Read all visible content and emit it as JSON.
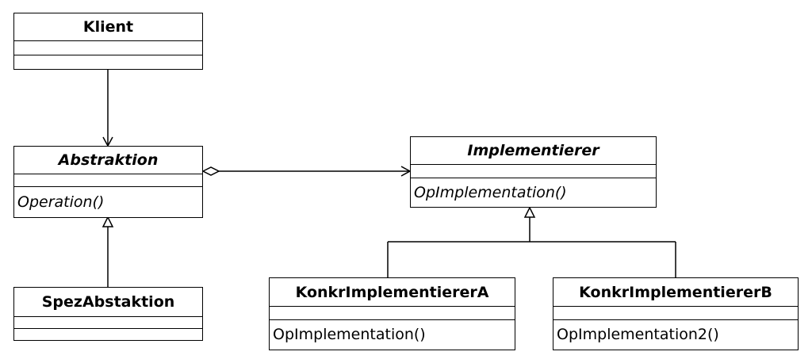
{
  "classes": {
    "klient": {
      "name": "Klient"
    },
    "abstraktion": {
      "name": "Abstraktion",
      "operation": "Operation()"
    },
    "spez": {
      "name": "SpezAbstaktion"
    },
    "implementierer": {
      "name": "Implementierer",
      "operation": "OpImplementation()"
    },
    "konkr_a": {
      "name": "KonkrImplementiererA",
      "operation": "OpImplementation()"
    },
    "konkr_b": {
      "name": "KonkrImplementiererB",
      "operation": "OpImplementation2()"
    }
  }
}
